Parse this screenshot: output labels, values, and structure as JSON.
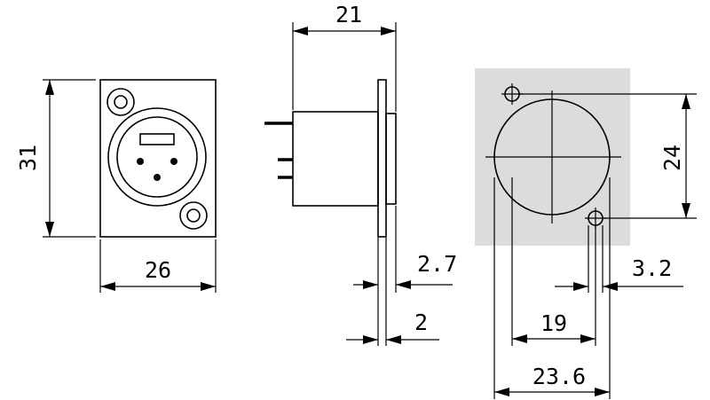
{
  "dimensions": {
    "front_height": "31",
    "front_width": "26",
    "side_depth": "21",
    "flange_thickness": "2.7",
    "flange_offset": "2",
    "hole_diameter": "3.2",
    "hole_spacing_vertical": "24",
    "hole_spacing_horizontal": "19",
    "cutout_diameter": "23.6"
  },
  "colors": {
    "line": "#000000",
    "panel_fill": "#dcdcdc",
    "body_fill": "#d8d8d8",
    "cutout_fill": "#e2e2e2",
    "background": "#ffffff"
  }
}
